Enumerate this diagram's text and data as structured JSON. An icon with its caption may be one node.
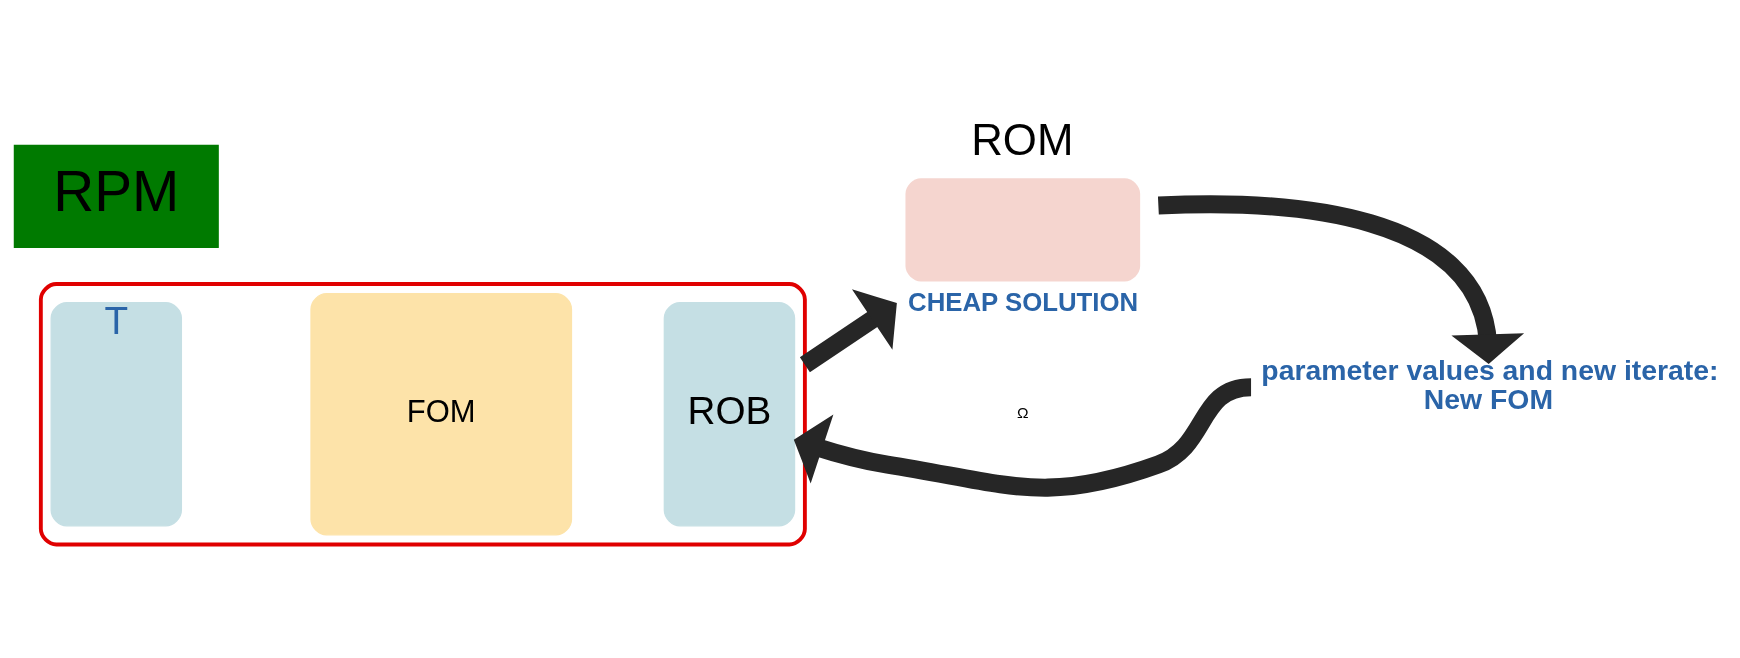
{
  "diagram": {
    "nodes": [
      {
        "text": [],
        "shape": "box"
      },
      {
        "text": [
          "T"
        ],
        "in": 0
      },
      {
        "text": [
          "FOM"
        ],
        "in": 0
      },
      {
        "text": [
          "ROB"
        ],
        "in": 0
      },
      {
        "text": [
          "RPM"
        ]
      },
      {
        "text": [
          "ROM"
        ],
        "beside": [
          "CHEAP SOLUTION"
        ]
      },
      {
        "text": [
          "parameter values and new iterate: New FOM"
        ]
      }
    ],
    "edges": [
      {
        "from": 0,
        "to": 5,
        "arrow": "to"
      },
      {
        "from": 5,
        "to": 6,
        "arrow": "to"
      },
      {
        "from": 6,
        "to": 0,
        "arrow": "to"
      }
    ],
    "labels": [
      "Ω"
    ]
  }
}
